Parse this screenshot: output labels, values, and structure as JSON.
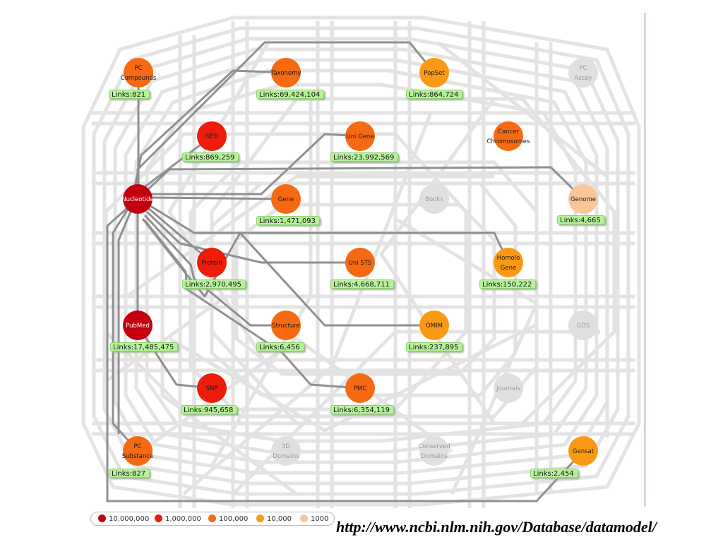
{
  "source_url": "http://www.ncbi.nlm.nih.gov/Database/datamodel/",
  "colors": {
    "c10000000": "#c40010",
    "c1000000": "#ee1c0a",
    "c100000": "#f56a12",
    "c10000": "#fa9a14",
    "c1000": "#f8c69a",
    "inactive": "#e0e0e0",
    "active_edge": "#909090",
    "inactive_edge": "#e3e3e3",
    "pill": "#b7f29a"
  },
  "legend": [
    {
      "label": "10,000,000",
      "color": "#c40010"
    },
    {
      "label": "1,000,000",
      "color": "#ee1c0a"
    },
    {
      "label": "100,000",
      "color": "#f56a12"
    },
    {
      "label": "10,000",
      "color": "#fa9a14"
    },
    {
      "label": "1000",
      "color": "#f8c69a"
    }
  ],
  "nodes": [
    {
      "id": "pc-compounds",
      "lines": [
        "PC",
        "Compounds"
      ],
      "color": "#f56a12",
      "links": "Links:821",
      "active": true
    },
    {
      "id": "taxonomy",
      "lines": [
        "Taxonomy"
      ],
      "color": "#f56a12",
      "links": "Links:69,424,104",
      "active": true
    },
    {
      "id": "popset",
      "lines": [
        "PopSet"
      ],
      "color": "#fa9a14",
      "links": "Links:864,724",
      "active": true
    },
    {
      "id": "pc-assay",
      "lines": [
        "PC",
        "Assay"
      ],
      "color": "#e0e0e0",
      "links": "",
      "active": false
    },
    {
      "id": "geo",
      "lines": [
        "GEO"
      ],
      "color": "#ee1c0a",
      "links": "Links:869,259",
      "active": true
    },
    {
      "id": "unigene",
      "lines": [
        "Uni Gene"
      ],
      "color": "#f56a12",
      "links": "Links:23,992,569",
      "active": true
    },
    {
      "id": "cancer-chromosomes",
      "lines": [
        "Cancer",
        "Chromosomes"
      ],
      "color": "#f56a12",
      "links": "",
      "active": true
    },
    {
      "id": "nucleotide",
      "lines": [
        "Nucleotide"
      ],
      "color": "#c40010",
      "links": "",
      "active": true
    },
    {
      "id": "gene",
      "lines": [
        "Gene"
      ],
      "color": "#f56a12",
      "links": "Links:1,471,093",
      "active": true
    },
    {
      "id": "books",
      "lines": [
        "Books"
      ],
      "color": "#e0e0e0",
      "links": "",
      "active": false
    },
    {
      "id": "genome",
      "lines": [
        "Genome"
      ],
      "color": "#f8c69a",
      "links": "Links:4,665",
      "active": true
    },
    {
      "id": "protein",
      "lines": [
        "Protein"
      ],
      "color": "#ee1c0a",
      "links": "Links:2,970,495",
      "active": true
    },
    {
      "id": "unists",
      "lines": [
        "Uni STS"
      ],
      "color": "#f56a12",
      "links": "Links:4,668,711",
      "active": true
    },
    {
      "id": "homologene",
      "lines": [
        "Homolo",
        "Gene"
      ],
      "color": "#fa9a14",
      "links": "Links:150,222",
      "active": true
    },
    {
      "id": "pubmed",
      "lines": [
        "PubMed"
      ],
      "color": "#c40010",
      "links": "Links:17,485,475",
      "active": true
    },
    {
      "id": "structure",
      "lines": [
        "Structure"
      ],
      "color": "#f56a12",
      "links": "Links:6,456",
      "active": true
    },
    {
      "id": "omim",
      "lines": [
        "OMIM"
      ],
      "color": "#fa9a14",
      "links": "Links:237,895",
      "active": true
    },
    {
      "id": "gds",
      "lines": [
        "GDS"
      ],
      "color": "#e0e0e0",
      "links": "",
      "active": false
    },
    {
      "id": "snp",
      "lines": [
        "SNP"
      ],
      "color": "#ee1c0a",
      "links": "Links:945,658",
      "active": true
    },
    {
      "id": "pmc",
      "lines": [
        "PMC"
      ],
      "color": "#f56a12",
      "links": "Links:6,354,119",
      "active": true
    },
    {
      "id": "journals",
      "lines": [
        "Journals"
      ],
      "color": "#e0e0e0",
      "links": "",
      "active": false
    },
    {
      "id": "pc-substance",
      "lines": [
        "PC",
        "Substance"
      ],
      "color": "#f56a12",
      "links": "Links:827",
      "active": true
    },
    {
      "id": "3d-domains",
      "lines": [
        "3D",
        "Domains"
      ],
      "color": "#e0e0e0",
      "links": "",
      "active": false
    },
    {
      "id": "conserved-domains",
      "lines": [
        "Conserved",
        "Domains"
      ],
      "color": "#e0e0e0",
      "links": "",
      "active": false
    },
    {
      "id": "gensat",
      "lines": [
        "Gensat"
      ],
      "color": "#fa9a14",
      "links": "Links:2,454",
      "active": true
    }
  ]
}
